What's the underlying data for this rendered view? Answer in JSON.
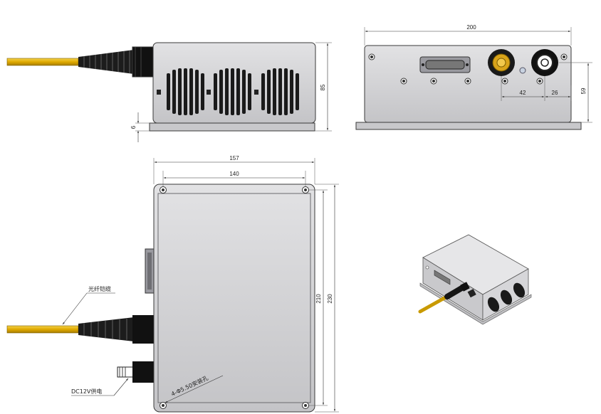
{
  "dimensions": {
    "front_height": "85",
    "front_base_height": "6",
    "side_width": "200",
    "side_height": "59",
    "side_conn_spacing": "42",
    "side_conn_offset": "26",
    "top_width_outer": "157",
    "top_width_holes": "140",
    "top_length_holes": "210",
    "top_length_outer": "230"
  },
  "labels": {
    "fiber_cable": "光纤铠缆",
    "power_supply": "DC12V供电",
    "mounting_holes": "4-Φ5.50安装孔"
  },
  "colors": {
    "body_fill": "#d4d4d6",
    "body_outline": "#3a3a3a",
    "fiber_yellow": "#e8b800",
    "cable_black": "#1a1a1a",
    "brass": "#b8860b"
  }
}
